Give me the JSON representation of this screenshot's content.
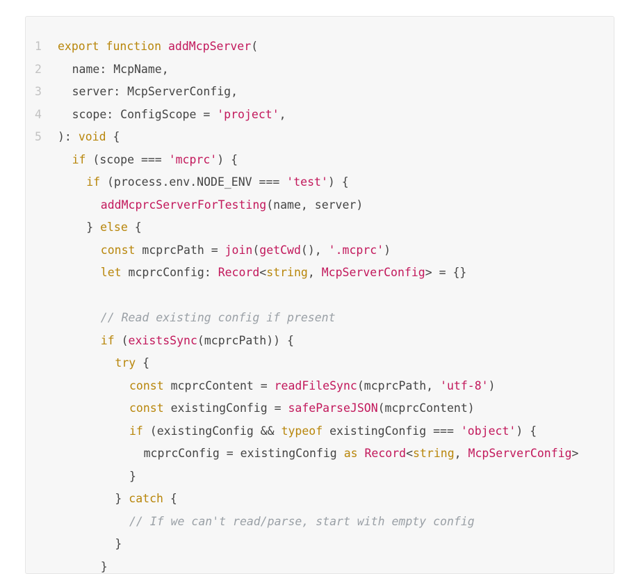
{
  "colors": {
    "keyword": "#b8860b",
    "function": "#c2185b",
    "string": "#c2185b",
    "comment": "#9aa0a6",
    "text": "#444444",
    "line_number": "#c2c2c2",
    "panel_background": "#f7f7f7"
  },
  "code": {
    "lines": [
      {
        "num": "1",
        "indent": 0,
        "tokens": [
          [
            "kw",
            "export"
          ],
          [
            "pl",
            " "
          ],
          [
            "kw",
            "function"
          ],
          [
            "pl",
            " "
          ],
          [
            "fn",
            "addMcpServer"
          ],
          [
            "pl",
            "("
          ]
        ]
      },
      {
        "num": "2",
        "indent": 1,
        "tokens": [
          [
            "pl",
            "name: McpName,"
          ]
        ]
      },
      {
        "num": "3",
        "indent": 1,
        "tokens": [
          [
            "pl",
            "server: McpServerConfig,"
          ]
        ]
      },
      {
        "num": "4",
        "indent": 1,
        "tokens": [
          [
            "pl",
            "scope: ConfigScope = "
          ],
          [
            "str",
            "'project'"
          ],
          [
            "pl",
            ","
          ]
        ]
      },
      {
        "num": "5",
        "indent": 0,
        "tokens": [
          [
            "pl",
            "): "
          ],
          [
            "kw",
            "void"
          ],
          [
            "pl",
            " {"
          ]
        ]
      },
      {
        "num": "",
        "indent": 1,
        "tokens": [
          [
            "kw",
            "if"
          ],
          [
            "pl",
            " (scope === "
          ],
          [
            "str",
            "'mcprc'"
          ],
          [
            "pl",
            ") {"
          ]
        ]
      },
      {
        "num": "",
        "indent": 2,
        "tokens": [
          [
            "kw",
            "if"
          ],
          [
            "pl",
            " (process.env.NODE_ENV === "
          ],
          [
            "str",
            "'test'"
          ],
          [
            "pl",
            ") {"
          ]
        ]
      },
      {
        "num": "",
        "indent": 3,
        "tokens": [
          [
            "fn",
            "addMcprcServerForTesting"
          ],
          [
            "pl",
            "(name, server)"
          ]
        ]
      },
      {
        "num": "",
        "indent": 2,
        "tokens": [
          [
            "pl",
            "} "
          ],
          [
            "kw",
            "else"
          ],
          [
            "pl",
            " {"
          ]
        ]
      },
      {
        "num": "",
        "indent": 3,
        "tokens": [
          [
            "kw",
            "const"
          ],
          [
            "pl",
            " mcprcPath = "
          ],
          [
            "fn",
            "join"
          ],
          [
            "pl",
            "("
          ],
          [
            "fn",
            "getCwd"
          ],
          [
            "pl",
            "(), "
          ],
          [
            "str",
            "'.mcprc'"
          ],
          [
            "pl",
            ")"
          ]
        ]
      },
      {
        "num": "",
        "indent": 3,
        "tokens": [
          [
            "kw",
            "let"
          ],
          [
            "pl",
            " mcprcConfig: "
          ],
          [
            "ty",
            "Record"
          ],
          [
            "pl",
            "<"
          ],
          [
            "kw",
            "string"
          ],
          [
            "pl",
            ", "
          ],
          [
            "ty",
            "McpServerConfig"
          ],
          [
            "pl",
            "> = {}"
          ]
        ]
      },
      {
        "num": "",
        "indent": 0,
        "tokens": []
      },
      {
        "num": "",
        "indent": 3,
        "tokens": [
          [
            "cm",
            "// Read existing config if present"
          ]
        ]
      },
      {
        "num": "",
        "indent": 3,
        "tokens": [
          [
            "kw",
            "if"
          ],
          [
            "pl",
            " ("
          ],
          [
            "fn",
            "existsSync"
          ],
          [
            "pl",
            "(mcprcPath)) {"
          ]
        ]
      },
      {
        "num": "",
        "indent": 4,
        "tokens": [
          [
            "kw",
            "try"
          ],
          [
            "pl",
            " {"
          ]
        ]
      },
      {
        "num": "",
        "indent": 5,
        "tokens": [
          [
            "kw",
            "const"
          ],
          [
            "pl",
            " mcprcContent = "
          ],
          [
            "fn",
            "readFileSync"
          ],
          [
            "pl",
            "(mcprcPath, "
          ],
          [
            "str",
            "'utf-8'"
          ],
          [
            "pl",
            ")"
          ]
        ]
      },
      {
        "num": "",
        "indent": 5,
        "tokens": [
          [
            "kw",
            "const"
          ],
          [
            "pl",
            " existingConfig = "
          ],
          [
            "fn",
            "safeParseJSON"
          ],
          [
            "pl",
            "(mcprcContent)"
          ]
        ]
      },
      {
        "num": "",
        "indent": 5,
        "tokens": [
          [
            "kw",
            "if"
          ],
          [
            "pl",
            " (existingConfig && "
          ],
          [
            "kw",
            "typeof"
          ],
          [
            "pl",
            " existingConfig === "
          ],
          [
            "str",
            "'object'"
          ],
          [
            "pl",
            ") {"
          ]
        ]
      },
      {
        "num": "",
        "indent": 6,
        "tokens": [
          [
            "pl",
            "mcprcConfig = existingConfig "
          ],
          [
            "kw",
            "as"
          ],
          [
            "pl",
            " "
          ],
          [
            "ty",
            "Record"
          ],
          [
            "pl",
            "<"
          ],
          [
            "kw",
            "string"
          ],
          [
            "pl",
            ", "
          ],
          [
            "ty",
            "McpServerConfig"
          ],
          [
            "pl",
            ">"
          ]
        ]
      },
      {
        "num": "",
        "indent": 5,
        "tokens": [
          [
            "pl",
            "}"
          ]
        ]
      },
      {
        "num": "",
        "indent": 4,
        "tokens": [
          [
            "pl",
            "} "
          ],
          [
            "kw",
            "catch"
          ],
          [
            "pl",
            " {"
          ]
        ]
      },
      {
        "num": "",
        "indent": 5,
        "tokens": [
          [
            "cm",
            "// If we can't read/parse, start with empty config"
          ]
        ]
      },
      {
        "num": "",
        "indent": 4,
        "tokens": [
          [
            "pl",
            "}"
          ]
        ]
      },
      {
        "num": "",
        "indent": 3,
        "tokens": [
          [
            "pl",
            "}"
          ]
        ]
      }
    ]
  }
}
